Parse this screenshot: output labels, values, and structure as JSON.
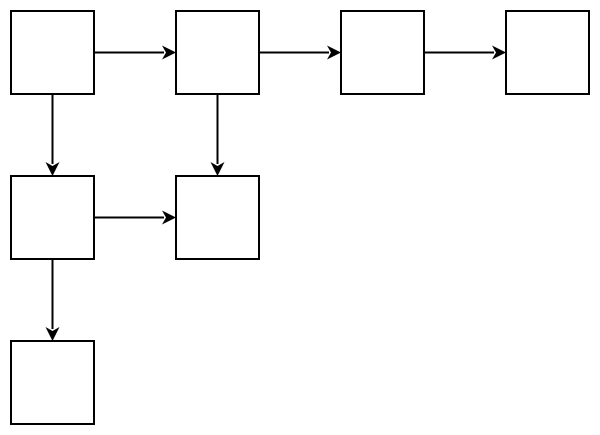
{
  "diagram": {
    "kind": "flowchart",
    "nodes": [
      {
        "id": "n1",
        "label": ""
      },
      {
        "id": "n2",
        "label": ""
      },
      {
        "id": "n3",
        "label": ""
      },
      {
        "id": "n4",
        "label": ""
      },
      {
        "id": "n5",
        "label": ""
      },
      {
        "id": "n6",
        "label": ""
      },
      {
        "id": "n7",
        "label": ""
      }
    ],
    "edges": [
      {
        "from": "n1",
        "to": "n2"
      },
      {
        "from": "n2",
        "to": "n3"
      },
      {
        "from": "n3",
        "to": "n4"
      },
      {
        "from": "n1",
        "to": "n5"
      },
      {
        "from": "n2",
        "to": "n6"
      },
      {
        "from": "n5",
        "to": "n6"
      },
      {
        "from": "n5",
        "to": "n7"
      }
    ],
    "colors": {
      "stroke": "#000000",
      "fill": "#ffffff",
      "arrow": "#000000"
    }
  }
}
